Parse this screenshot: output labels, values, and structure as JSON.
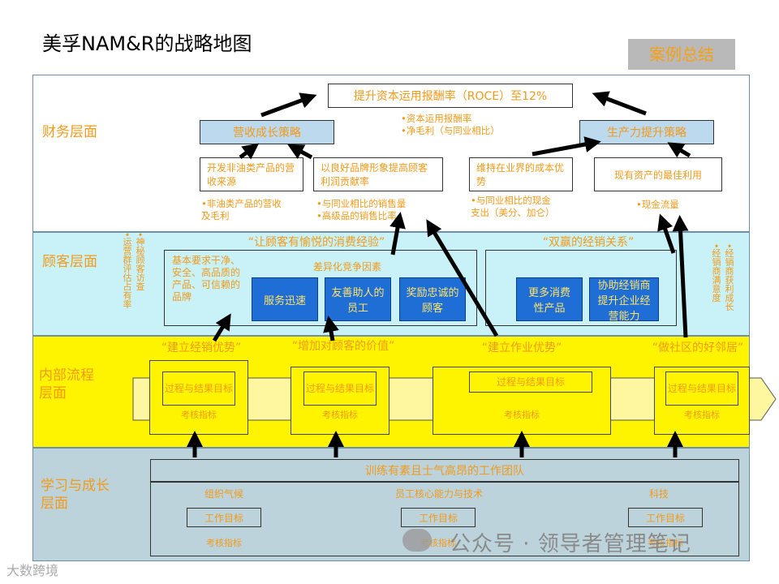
{
  "title": "美孚NAM&R的战略地图",
  "case_badge": "案例总结",
  "layers": {
    "financial": "财务层面",
    "customer": "顾客层面",
    "internal_line1": "内部流程",
    "internal_line2": "层面",
    "learning_line1": "学习与成长",
    "learning_line2": "层面"
  },
  "financial": {
    "top_goal": "提升资本运用报酬率（ROCE）至12%",
    "top_goal_notes": [
      "•资本运用报酬率",
      "•净毛利（与同业相比）"
    ],
    "strategy_left": "营收成长策略",
    "strategy_right": "生产力提升策略",
    "boxes": [
      {
        "text": "开发非油类产品的营收来源",
        "notes": [
          "•非油类产品的营收",
          "及毛利"
        ]
      },
      {
        "text": "以良好品牌形象提高顾客利润贡献率",
        "notes": [
          "•与同业相比的销售量",
          "•高级品的销售比率"
        ]
      },
      {
        "text": "维持在业界的成本优势",
        "notes": [
          "•与同业相比的现金",
          "支出（美分、加仑）"
        ]
      },
      {
        "text": "现有资产的最佳利用",
        "notes": [
          "•现金流量"
        ]
      }
    ]
  },
  "customer": {
    "left_quote": "“让顾客有愉悦的消费经验”",
    "right_quote": "“双赢的经销关系”",
    "basic_req": "基本要求干净、安全、高品质的产品、可信赖的品牌",
    "diff_label": "差异化竞争因素",
    "left_blue": [
      "服务迅速",
      "友善助人的员工",
      "奖励忠诚的顾客"
    ],
    "right_blue": [
      "更多消费性产品",
      "协助经销商提升企业经营能力"
    ],
    "left_vertical_1": "•神秘顾客访查",
    "left_vertical_2": "•运营群评估占有率",
    "right_vertical_1": "•经销商获利成长",
    "right_vertical_2": "•经销商满意度"
  },
  "internal": {
    "quotes": [
      "“建立经销优势”",
      "“增加对顾客的价值”",
      "“建立作业优势”",
      "“做社区的好邻居”"
    ],
    "inner_label": "过程与结果目标",
    "sub_label": "考核指标"
  },
  "learning": {
    "team": "训练有素且士气高昂的工作团队",
    "columns": [
      "组织气候",
      "员工核心能力与技术",
      "科技"
    ],
    "goal_label": "工作目标",
    "metric_label": "考核指标"
  },
  "watermark": {
    "left": "大数跨境",
    "right": "公众号 · 领导者管理笔记"
  }
}
